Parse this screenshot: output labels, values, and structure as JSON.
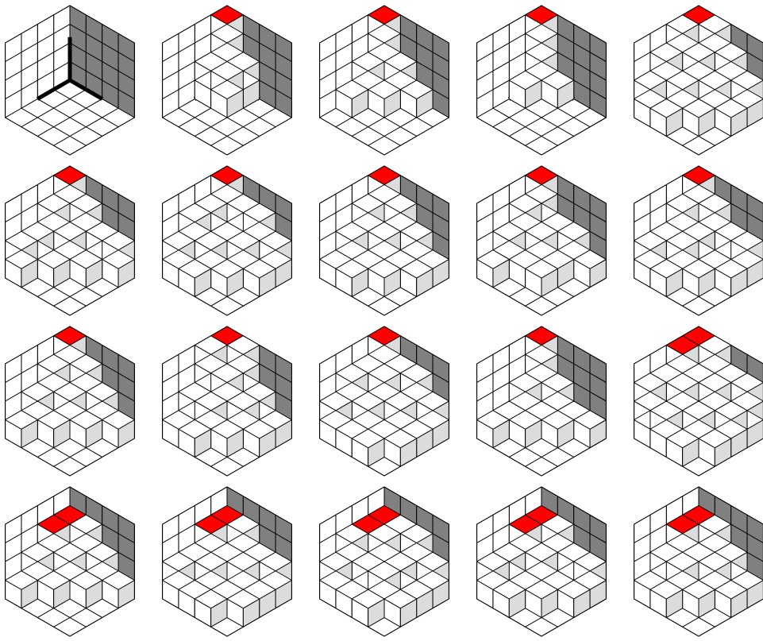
{
  "colors": {
    "white": "#ffffff",
    "dark_grey": "#808080",
    "light_grey": "#dcdcdc",
    "red": "#ff0000",
    "outline": "#000000"
  },
  "grid": {
    "rows": 4,
    "cols": 5
  },
  "panels": [
    {
      "heights": [
        [
          0,
          0,
          0,
          0
        ],
        [
          0,
          0,
          0,
          0
        ],
        [
          0,
          0,
          0,
          0
        ],
        [
          0,
          0,
          0,
          0
        ]
      ],
      "red": []
    },
    {
      "heights": [
        [
          4,
          2,
          0,
          0
        ],
        [
          2,
          2,
          0,
          0
        ],
        [
          0,
          0,
          0,
          0
        ],
        [
          0,
          0,
          0,
          0
        ]
      ],
      "red": [
        [
          0,
          0
        ]
      ]
    },
    {
      "heights": [
        [
          4,
          2,
          1,
          0
        ],
        [
          2,
          1,
          0,
          0
        ],
        [
          1,
          0,
          0,
          0
        ],
        [
          0,
          0,
          0,
          0
        ]
      ],
      "red": [
        [
          0,
          0
        ]
      ]
    },
    {
      "heights": [
        [
          4,
          1,
          0,
          0
        ],
        [
          1,
          0,
          0,
          0
        ],
        [
          0,
          0,
          0,
          0
        ],
        [
          0,
          0,
          0,
          0
        ]
      ],
      "red": [
        [
          0,
          0
        ]
      ]
    },
    {
      "heights": [
        [
          4,
          4,
          3,
          2
        ],
        [
          4,
          3,
          2,
          1
        ],
        [
          3,
          2,
          1,
          0
        ],
        [
          2,
          1,
          0,
          0
        ]
      ],
      "red": [
        [
          0,
          0
        ]
      ]
    },
    {
      "heights": [
        [
          4,
          3,
          2,
          2
        ],
        [
          3,
          2,
          1,
          0
        ],
        [
          2,
          1,
          0,
          0
        ],
        [
          2,
          0,
          0,
          0
        ]
      ],
      "red": [
        [
          0,
          0
        ]
      ]
    },
    {
      "heights": [
        [
          4,
          3,
          3,
          2
        ],
        [
          3,
          2,
          2,
          1
        ],
        [
          3,
          2,
          1,
          0
        ],
        [
          2,
          1,
          0,
          0
        ]
      ],
      "red": [
        [
          0,
          0
        ]
      ]
    },
    {
      "heights": [
        [
          4,
          3,
          2,
          1
        ],
        [
          3,
          2,
          1,
          1
        ],
        [
          2,
          1,
          1,
          0
        ],
        [
          1,
          1,
          0,
          0
        ]
      ],
      "red": [
        [
          0,
          0
        ]
      ]
    },
    {
      "heights": [
        [
          4,
          2,
          2,
          1
        ],
        [
          3,
          2,
          1,
          0
        ],
        [
          2,
          1,
          1,
          0
        ],
        [
          1,
          0,
          0,
          0
        ]
      ],
      "red": [
        [
          0,
          0
        ]
      ]
    },
    {
      "heights": [
        [
          4,
          3,
          2,
          2
        ],
        [
          3,
          2,
          1,
          1
        ],
        [
          2,
          2,
          1,
          0
        ],
        [
          2,
          1,
          0,
          0
        ]
      ],
      "red": [
        [
          0,
          0
        ]
      ]
    },
    {
      "heights": [
        [
          4,
          3,
          2,
          1
        ],
        [
          3,
          2,
          1,
          0
        ],
        [
          2,
          1,
          0,
          0
        ],
        [
          1,
          0,
          0,
          0
        ]
      ],
      "red": [
        [
          0,
          0
        ]
      ]
    },
    {
      "heights": [
        [
          4,
          4,
          2,
          1
        ],
        [
          4,
          3,
          2,
          1
        ],
        [
          2,
          2,
          1,
          0
        ],
        [
          1,
          1,
          0,
          0
        ]
      ],
      "red": [
        [
          0,
          0
        ]
      ]
    },
    {
      "heights": [
        [
          4,
          3,
          3,
          2
        ],
        [
          3,
          3,
          2,
          1
        ],
        [
          3,
          2,
          1,
          1
        ],
        [
          2,
          1,
          1,
          0
        ]
      ],
      "red": [
        [
          0,
          0
        ]
      ]
    },
    {
      "heights": [
        [
          4,
          2,
          1,
          1
        ],
        [
          2,
          1,
          1,
          0
        ],
        [
          1,
          1,
          0,
          0
        ],
        [
          1,
          0,
          0,
          0
        ]
      ],
      "red": [
        [
          0,
          0
        ]
      ]
    },
    {
      "heights": [
        [
          4,
          4,
          3,
          3
        ],
        [
          4,
          3,
          3,
          2
        ],
        [
          3,
          3,
          2,
          1
        ],
        [
          3,
          2,
          1,
          0
        ]
      ],
      "red": [
        [
          0,
          0
        ],
        [
          1,
          0
        ]
      ]
    },
    {
      "heights": [
        [
          3,
          3,
          2,
          1
        ],
        [
          3,
          2,
          1,
          0
        ],
        [
          2,
          1,
          0,
          0
        ],
        [
          1,
          0,
          0,
          0
        ]
      ],
      "red": [
        [
          0,
          0
        ],
        [
          1,
          0
        ]
      ]
    },
    {
      "heights": [
        [
          3,
          3,
          2,
          2
        ],
        [
          3,
          2,
          2,
          1
        ],
        [
          2,
          2,
          1,
          1
        ],
        [
          2,
          1,
          1,
          0
        ]
      ],
      "red": [
        [
          0,
          0
        ],
        [
          1,
          0
        ]
      ]
    },
    {
      "heights": [
        [
          3,
          3,
          3,
          2
        ],
        [
          3,
          3,
          2,
          1
        ],
        [
          3,
          2,
          2,
          1
        ],
        [
          2,
          1,
          1,
          0
        ]
      ],
      "red": [
        [
          0,
          0
        ],
        [
          1,
          0
        ]
      ]
    },
    {
      "heights": [
        [
          3,
          3,
          2,
          2
        ],
        [
          3,
          2,
          1,
          1
        ],
        [
          2,
          1,
          1,
          0
        ],
        [
          2,
          1,
          0,
          0
        ]
      ],
      "red": [
        [
          0,
          0
        ],
        [
          1,
          0
        ]
      ]
    },
    {
      "heights": [
        [
          3,
          3,
          2,
          1
        ],
        [
          3,
          2,
          2,
          1
        ],
        [
          2,
          2,
          1,
          0
        ],
        [
          1,
          1,
          0,
          0
        ]
      ],
      "red": [
        [
          0,
          0
        ],
        [
          1,
          0
        ]
      ]
    }
  ]
}
